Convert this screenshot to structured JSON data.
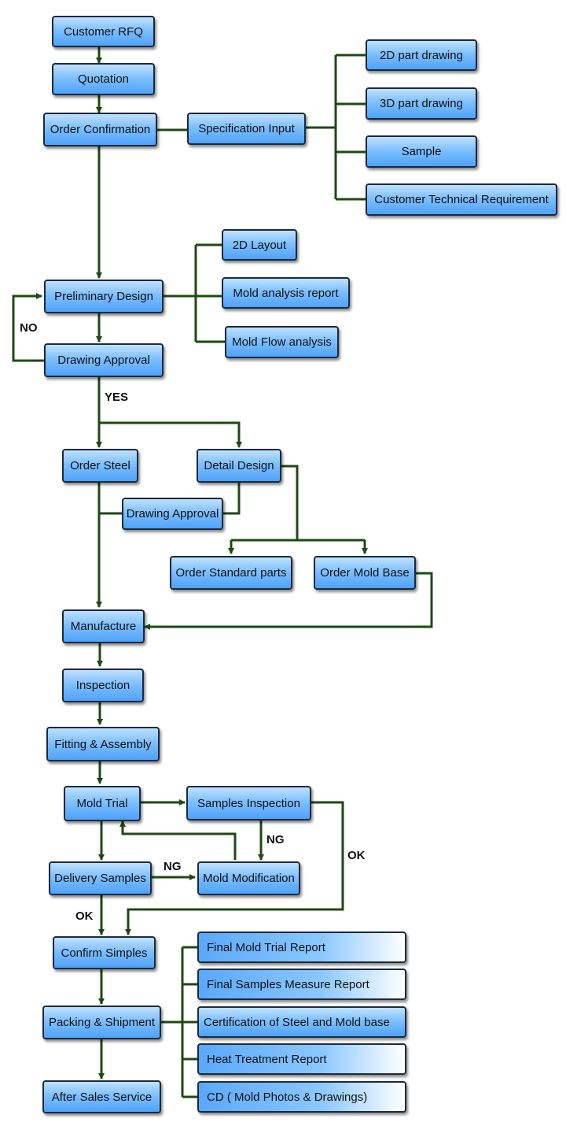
{
  "boxes": {
    "customer_rfq": "Customer RFQ",
    "quotation": "Quotation",
    "order_confirmation": "Order Confirmation",
    "specification_input": "Specification Input",
    "part_2d": "2D part drawing",
    "part_3d": "3D part drawing",
    "sample": "Sample",
    "customer_tech_req": "Customer Technical Requirement",
    "layout_2d": "2D Layout",
    "mold_analysis_report": "Mold analysis report",
    "mold_flow_analysis": "Mold Flow analysis",
    "preliminary_design": "Preliminary Design",
    "drawing_approval_1": "Drawing Approval",
    "order_steel": "Order Steel",
    "detail_design": "Detail  Design",
    "drawing_approval_2": "Drawing Approval",
    "order_standard_parts": "Order Standard parts",
    "order_mold_base": "Order Mold Base",
    "manufacture": "Manufacture",
    "inspection": "Inspection",
    "fitting_assembly": "Fitting & Assembly",
    "mold_trial": "Mold Trial",
    "samples_inspection": "Samples Inspection",
    "delivery_samples": "Delivery Samples",
    "mold_modification": "Mold Modification",
    "confirm_simples": "Confirm Simples",
    "packing_shipment": "Packing & Shipment",
    "after_sales_service": "After Sales Service",
    "final_mold_trial_report": "Final Mold Trial Report",
    "final_samples_measure_report": "Final Samples Measure Report",
    "certification": "Certification of Steel and Mold base",
    "heat_treatment_report": "Heat Treatment Report",
    "cd_photos_drawings": "CD ( Mold Photos & Drawings)"
  },
  "labels": {
    "no": "NO",
    "yes": "YES",
    "ng_1": "NG",
    "ng_2": "NG",
    "ok_1": "OK",
    "ok_2": "OK"
  },
  "colors": {
    "line": "#1d4a12",
    "box_border": "#1b2a3c",
    "box_fill_top": "#bfe1ff",
    "box_fill_bottom": "#4fa2fb"
  }
}
